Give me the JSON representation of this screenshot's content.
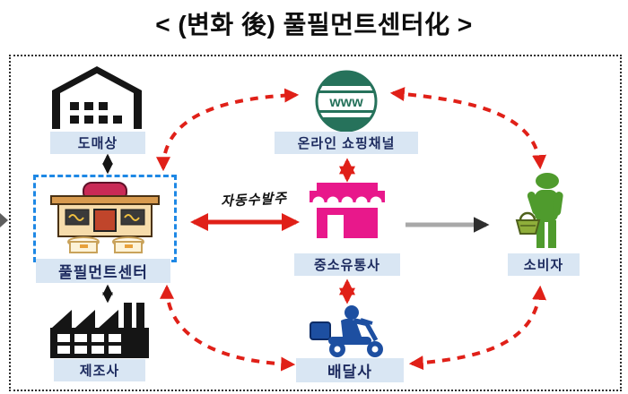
{
  "title": "< (변화 後) 풀필먼트센터化 >",
  "nodes": {
    "wholesaler": {
      "label": "도매상"
    },
    "online_channel": {
      "label": "온라인 쇼핑채널",
      "icon_text": "www"
    },
    "fulfillment_center": {
      "label": "풀필먼트센터"
    },
    "sme_distributor": {
      "label": "중소유통사"
    },
    "consumer": {
      "label": "소비자"
    },
    "manufacturer": {
      "label": "제조사"
    },
    "delivery_company": {
      "label": "배달사"
    }
  },
  "edges": {
    "auto_order_label": "자동수발주"
  },
  "colors": {
    "arrow_red": "#e02018",
    "fulfillment_box_blue": "#1e88e5",
    "label_bg": "#d9e6f3",
    "label_text": "#1c2a5e",
    "globe_teal": "#26725b",
    "store_pink": "#e8188b",
    "consumer_green": "#4f9b2d",
    "delivery_blue": "#1d4fa1",
    "black_icon": "#151515",
    "gray_arrow": "#a8a8a8"
  }
}
